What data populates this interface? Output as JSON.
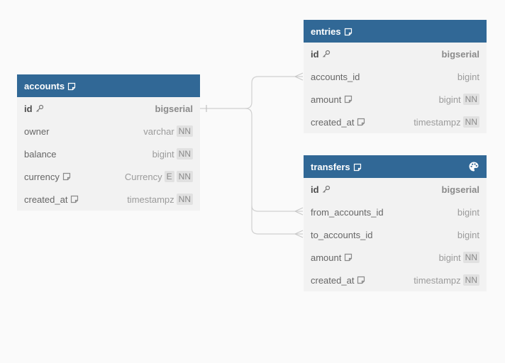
{
  "colors": {
    "header": "#316896",
    "body": "#f2f2f2",
    "connector": "#d0d0d0",
    "background": "#fafafa"
  },
  "tables": {
    "accounts": {
      "name": "accounts",
      "columns": [
        {
          "name": "id",
          "type": "bigserial",
          "pk": true
        },
        {
          "name": "owner",
          "type": "varchar",
          "nn": "NN"
        },
        {
          "name": "balance",
          "type": "bigint",
          "nn": "NN"
        },
        {
          "name": "currency",
          "type": "Currency",
          "enum": "E",
          "nn": "NN",
          "note": true
        },
        {
          "name": "created_at",
          "type": "timestampz",
          "nn": "NN",
          "note": true
        }
      ]
    },
    "entries": {
      "name": "entries",
      "columns": [
        {
          "name": "id",
          "type": "bigserial",
          "pk": true
        },
        {
          "name": "accounts_id",
          "type": "bigint"
        },
        {
          "name": "amount",
          "type": "bigint",
          "nn": "NN",
          "note": true
        },
        {
          "name": "created_at",
          "type": "timestampz",
          "nn": "NN",
          "note": true
        }
      ]
    },
    "transfers": {
      "name": "transfers",
      "columns": [
        {
          "name": "id",
          "type": "bigserial",
          "pk": true
        },
        {
          "name": "from_accounts_id",
          "type": "bigint"
        },
        {
          "name": "to_accounts_id",
          "type": "bigint"
        },
        {
          "name": "amount",
          "type": "bigint",
          "nn": "NN",
          "note": true
        },
        {
          "name": "created_at",
          "type": "timestampz",
          "nn": "NN",
          "note": true
        }
      ]
    }
  }
}
